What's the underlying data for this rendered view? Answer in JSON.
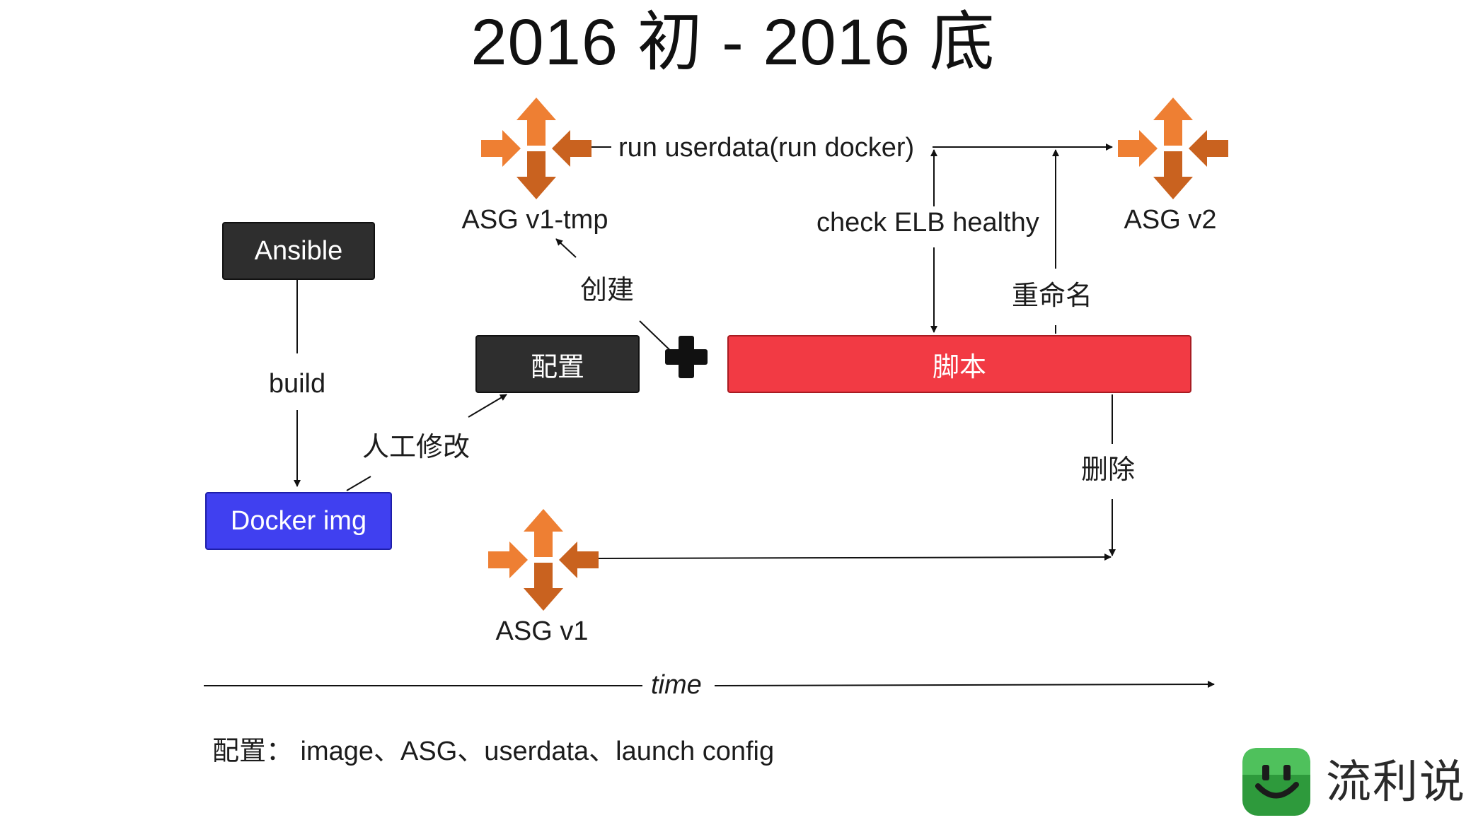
{
  "title": "2016 初 - 2016 底",
  "nodes": {
    "ansible": "Ansible",
    "docker_img": "Docker img",
    "config": "配置",
    "script": "脚本",
    "asg_v1_tmp": "ASG v1-tmp",
    "asg_v2": "ASG v2",
    "asg_v1": "ASG v1"
  },
  "edges": {
    "build": "build",
    "manual_edit": "人工修改",
    "create": "创建",
    "run_userdata": "run userdata(run docker)",
    "check_elb": "check ELB healthy",
    "rename": "重命名",
    "delete": "删除"
  },
  "timeline_label": "time",
  "caption": "配置：  image、ASG、userdata、launch config",
  "brand": "流利说",
  "colors": {
    "asg_orange": "#ee7f33",
    "asg_orange_dark": "#c9621f",
    "config_box": "#2e2e2e",
    "docker_box": "#4040f0",
    "script_box": "#f23a44",
    "brand_green": "#2e9a3c"
  },
  "icons": {
    "asg": "aws-auto-scaling-group-icon",
    "plus": "plus-icon",
    "brand": "liulishuo-logo-icon"
  }
}
